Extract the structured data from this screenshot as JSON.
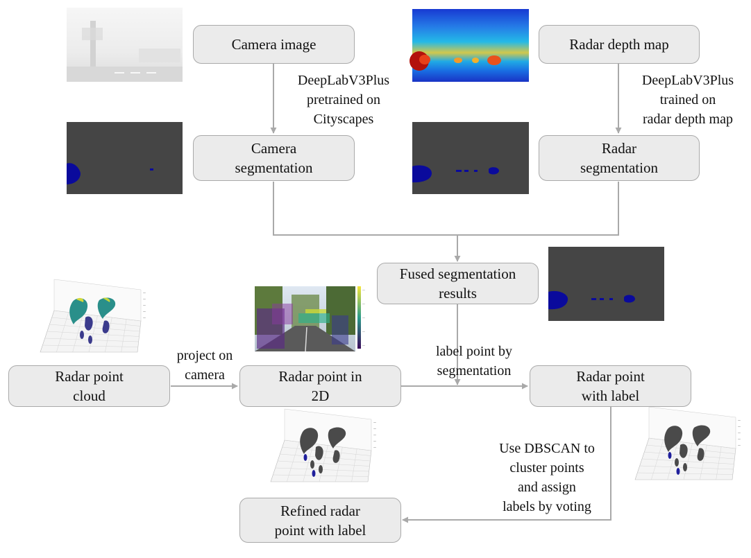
{
  "boxes": {
    "camera_image": "Camera image",
    "radar_depth_map": "Radar depth map",
    "camera_segmentation": "Camera\nsegmentation",
    "radar_segmentation": "Radar\nsegmentation",
    "fused_segmentation": "Fused segmentation\nresults",
    "radar_point_cloud": "Radar point\ncloud",
    "radar_point_2d": "Radar point in\n2D",
    "radar_point_label": "Radar point\nwith label",
    "refined_radar_point": "Refined radar\npoint with label"
  },
  "edge_labels": {
    "camera_model": "DeepLabV3Plus\npretrained on\nCityscapes",
    "radar_model": "DeepLabV3Plus\ntrained on\nradar depth map",
    "project": "project on\ncamera",
    "label_by_seg": "label point by\nsegmentation",
    "dbscan": "Use DBSCAN to\ncluster points\nand assign\nlabels by voting"
  },
  "thumbnails": {
    "camera_image": "foggy camera photo",
    "radar_depth_map": "radar depth heatmap",
    "camera_seg": "camera segmentation mask",
    "radar_seg": "radar segmentation mask",
    "fused_seg": "fused segmentation mask",
    "point_cloud": "3D radar point cloud plot",
    "projected": "radar points projected on street photo",
    "refined": "3D refined point cloud plot",
    "labeled": "3D labeled point cloud plot"
  },
  "colors": {
    "box_fill": "#ebebeb",
    "box_border": "#a9a9a9",
    "arrow": "#a9a9a9",
    "mask_bg": "#454545",
    "mask_blue": "#0a0a9c"
  }
}
